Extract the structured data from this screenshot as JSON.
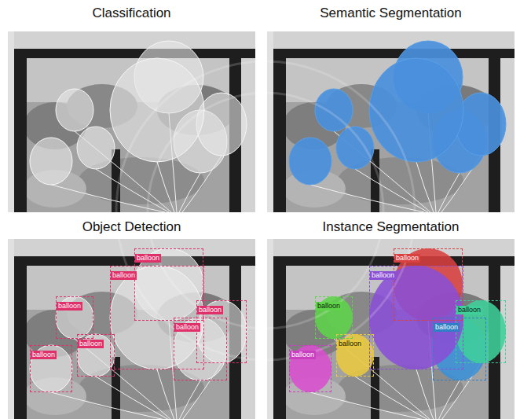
{
  "diagram": {
    "nodes": [
      {
        "text": [
          "Classification"
        ]
      },
      {
        "text": [
          "Semantic Segmentation"
        ]
      },
      {
        "text": [
          "Object Detection"
        ]
      },
      {
        "text": [
          "Instance Segmentation"
        ]
      },
      {
        "text": [
          "balloon"
        ],
        "in": 2
      },
      {
        "text": [
          "balloon"
        ],
        "in": 2
      },
      {
        "text": [
          "balloon"
        ],
        "in": 2
      },
      {
        "text": [
          "balloon"
        ],
        "in": 2
      },
      {
        "text": [
          "balloon"
        ],
        "in": 2
      },
      {
        "text": [
          "balloon"
        ],
        "in": 2
      },
      {
        "text": [
          "balloon"
        ],
        "in": 2
      },
      {
        "text": [
          "balloon"
        ],
        "in": 3
      },
      {
        "text": [
          "balloon"
        ],
        "in": 3
      },
      {
        "text": [
          "balloon"
        ],
        "in": 3
      },
      {
        "text": [
          "balloon"
        ],
        "in": 3
      },
      {
        "text": [
          "balloon"
        ],
        "in": 3
      },
      {
        "text": [
          "balloon"
        ],
        "in": 3
      },
      {
        "text": [
          "balloon"
        ],
        "in": 3
      }
    ]
  }
}
